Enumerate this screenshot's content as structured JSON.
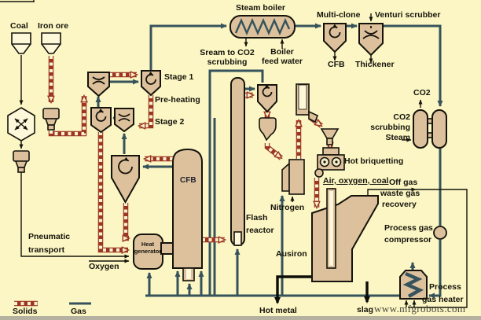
{
  "diagram": {
    "labels": {
      "coal": "Coal",
      "iron_ore": "Iron ore",
      "steam_boiler": "Steam boiler",
      "multi_clone": "Multi-clone",
      "venturi_scrubber": "Venturi scrubber",
      "steam_to_co2_1": "Sream to CO2",
      "steam_to_co2_2": "scrubbing",
      "boiler_feed_1": "Boiler",
      "boiler_feed_2": "feed water",
      "cfb_product": "CFB",
      "thickener": "Thickener",
      "stage1": "Stage 1",
      "pre_heating": "Pre-heating",
      "stage2": "Stage 2",
      "co2_out": "CO2",
      "co2_scrub_1": "CO2",
      "co2_scrub_2": "scrubbing",
      "co2_scrub_steam": "Steam",
      "hot_briquetting": "Hot briquetting",
      "air_oxygen_coal": "Air, oxygen, coal",
      "off_gas_1": "Off gas",
      "off_gas_2": "waste gas",
      "off_gas_3": "recovery",
      "nitrogen": "Nitrogen",
      "flash_1": "Flash",
      "flash_2": "reactor",
      "ausiron": "Ausiron",
      "compressor_1": "Process gas",
      "compressor_2": "compressor",
      "heater_1": "Process",
      "heater_2": "gas heater",
      "cfb_vessel": "CFB",
      "heat_gen_1": "Heat",
      "heat_gen_2": "generator",
      "pneumatic_1": "Pneumatic",
      "pneumatic_2": "transport",
      "oxygen": "Oxygen",
      "hot_metal": "Hot metal",
      "slag": "slag"
    },
    "legend": {
      "solids": "Solids",
      "gas": "Gas"
    },
    "watermark": "www.mfgrobots.com",
    "icons": {
      "cyclone": "circular-arrow",
      "venturi": "double-arc",
      "mixer": "crossed-arrows"
    },
    "colors": {
      "background": "#fbf6c3",
      "vessel_fill": "#dcc19c",
      "gas_line": "#36535c",
      "solids_line": "#9c3522",
      "black_line": "#0d0d09",
      "text": "#15130c"
    }
  }
}
